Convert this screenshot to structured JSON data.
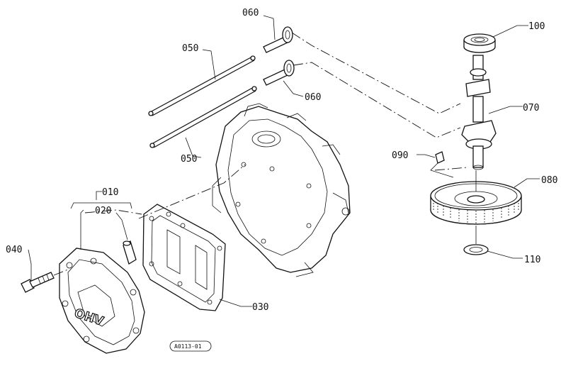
{
  "diagram": {
    "callouts": {
      "p010": "010",
      "p020": "020",
      "p030": "030",
      "p040": "040",
      "p050a": "050",
      "p050b": "050",
      "p060a": "060",
      "p060b": "060",
      "p070": "070",
      "p080": "080",
      "p090": "090",
      "p100": "100",
      "p110": "110"
    },
    "cover_emboss": "OHV",
    "drawing_code": "A0113-01"
  }
}
